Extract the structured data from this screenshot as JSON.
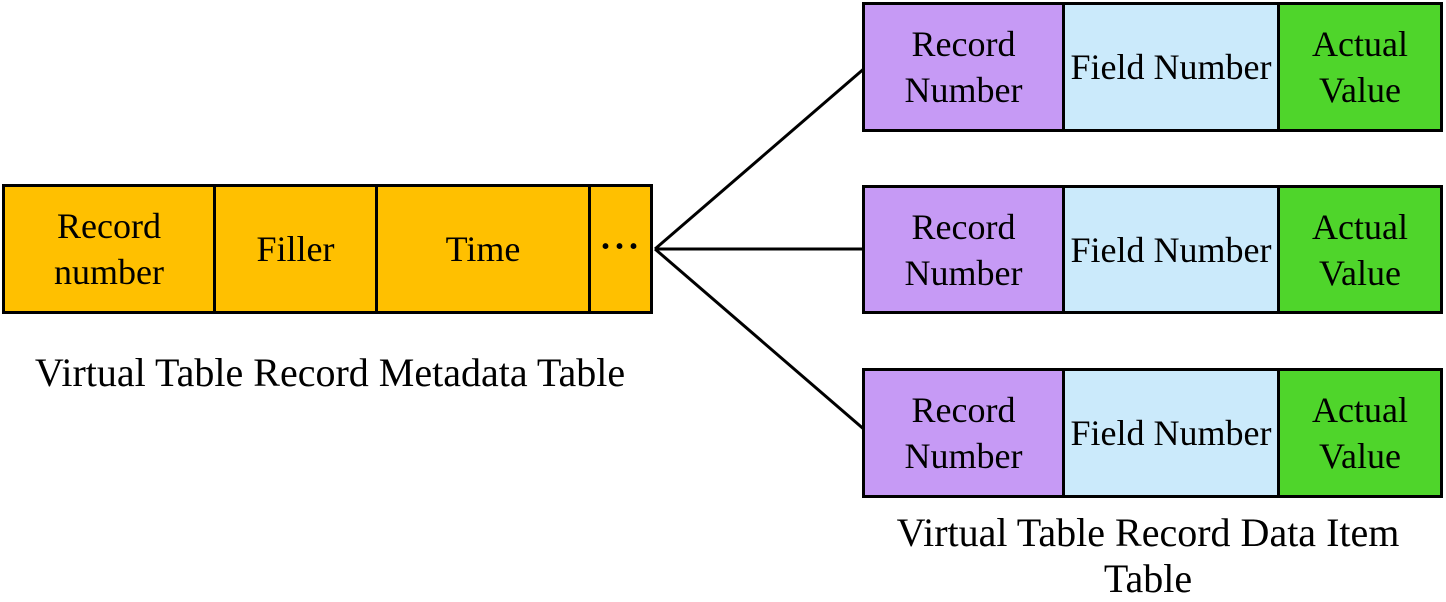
{
  "colors": {
    "outline": "#000000",
    "text": "#000000",
    "metadata_fill": "#FFC000",
    "record_number_fill": "#C69AF5",
    "field_number_fill": "#CBEAFB",
    "actual_value_fill": "#4FD52B"
  },
  "metadata_table": {
    "caption": "Virtual Table Record Metadata Table",
    "cells": [
      {
        "label": "Record number"
      },
      {
        "label": "Filler"
      },
      {
        "label": "Time"
      },
      {
        "label": "···"
      }
    ]
  },
  "data_item_table": {
    "caption": "Virtual Table Record Data Item Table",
    "rows": [
      {
        "cells": [
          {
            "label": "Record Number"
          },
          {
            "label": "Field Number"
          },
          {
            "label": "Actual Value"
          }
        ]
      },
      {
        "cells": [
          {
            "label": "Record Number"
          },
          {
            "label": "Field Number"
          },
          {
            "label": "Actual Value"
          }
        ]
      },
      {
        "cells": [
          {
            "label": "Record Number"
          },
          {
            "label": "Field Number"
          },
          {
            "label": "Actual Value"
          }
        ]
      }
    ]
  }
}
